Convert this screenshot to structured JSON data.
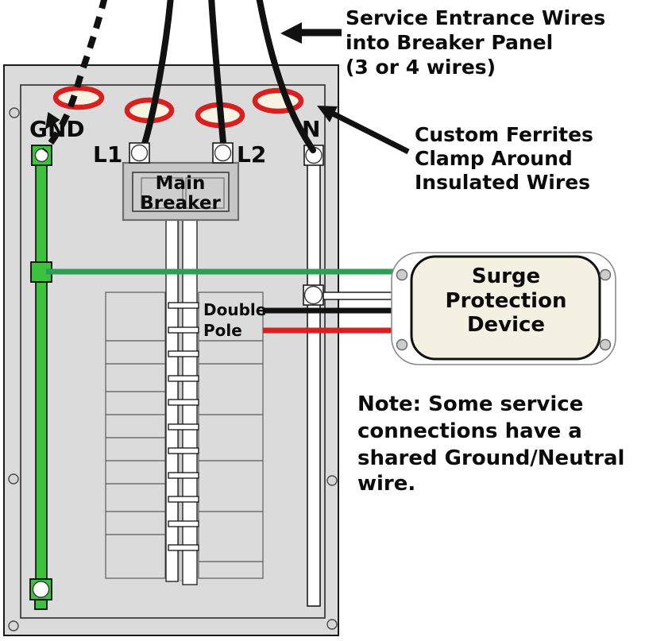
{
  "diagram_title": "Breaker panel with surge protection device wiring diagram",
  "panel": {
    "ground_label": "GND",
    "line1_label": "L1",
    "line2_label": "L2",
    "neutral_label": "N",
    "main_breaker_lines": [
      "Main",
      "Breaker"
    ],
    "double_pole_lines": [
      "Double",
      "Pole"
    ]
  },
  "spd": {
    "lines": [
      "Surge",
      "Protection",
      "Device"
    ]
  },
  "annotations": {
    "service_entrance": {
      "lines": [
        "Service Entrance Wires",
        "into Breaker Panel",
        "(3 or 4 wires)"
      ]
    },
    "custom_ferrites": {
      "lines": [
        "Custom Ferrites",
        "Clamp Around",
        "Insulated Wires"
      ]
    },
    "note": {
      "lines": [
        "Note: Some service",
        "connections have a",
        "shared Ground/Neutral",
        "wire."
      ]
    }
  },
  "colors": {
    "ground_bar_green": "#3CC23C",
    "ground_wire_green": "#2E9E57",
    "ferrite_red": "#D82020",
    "hot_wire_red": "#D82020",
    "wire_black": "#111111",
    "panel_gray": "#DBDBDB",
    "breaker_gray": "#C6C6C6",
    "spd_cream": "#F5F1E2"
  }
}
